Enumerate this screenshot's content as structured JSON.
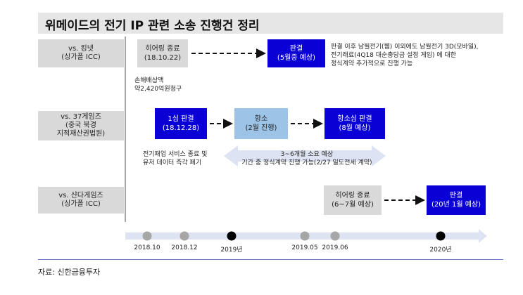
{
  "title": "위메이드의 전기 IP 관련 소송 진행건 정리",
  "source": "자료: 신한금융투자",
  "rows": [
    {
      "label_lines": [
        "vs. 킹넷",
        "(싱가폴 ICC)"
      ],
      "boxes": [
        {
          "lines": [
            "히어링 종료",
            "(18.10.22)"
          ],
          "style": "gray"
        },
        {
          "lines": [
            "판결",
            "(5월중 예상)"
          ],
          "style": "blue"
        }
      ],
      "note_right": [
        "판결 이후 남월전기(웹) 이외에도 남월전기 3D(모바일),",
        "전기래료(4Q18 대순충당금 설정 게임) 에 대한",
        "정식계약 추가적으로 진행 가능"
      ],
      "note_below": [
        "손해배상액",
        "약2,420억원청구"
      ]
    },
    {
      "label_lines": [
        "vs. 37게임즈",
        "(중국 북경",
        "지적재산권법원)"
      ],
      "boxes": [
        {
          "lines": [
            "1심 판결",
            "(18.12.28)"
          ],
          "style": "blue"
        },
        {
          "lines": [
            "항소",
            "(2월 진행)"
          ],
          "style": "lightblue"
        },
        {
          "lines": [
            "항소심 판결",
            "(8월 예상)"
          ],
          "style": "blue"
        }
      ],
      "note_below": [
        "전기패업 서비스 종료 및",
        "유저 데이터 즉각 폐기"
      ],
      "arrow_note": [
        "3~6개월 소요 예상",
        "기간 중 정식계약 진행 가능(2/27 일도전세 계약)"
      ]
    },
    {
      "label_lines": [
        "vs. 샨다게임즈",
        "(싱가폴 ICC)"
      ],
      "boxes": [
        {
          "lines": [
            "히어링 종료",
            "(6~7월 예상)"
          ],
          "style": "gray"
        },
        {
          "lines": [
            "판결",
            "(20년 1월 예상)"
          ],
          "style": "blue"
        }
      ]
    }
  ],
  "timeline": {
    "ticks": [
      {
        "label": "2018.10",
        "major": false
      },
      {
        "label": "2018.12",
        "major": false
      },
      {
        "label": "2019년",
        "major": true
      },
      {
        "label": "2019.05",
        "major": false
      },
      {
        "label": "2019.06",
        "major": false
      },
      {
        "label": "2020년",
        "major": true
      }
    ]
  },
  "colors": {
    "blue": "#0a00d6",
    "lightblue": "#9dc3e6",
    "gray": "#d9d9d9",
    "timeline": "#dde3f2"
  }
}
